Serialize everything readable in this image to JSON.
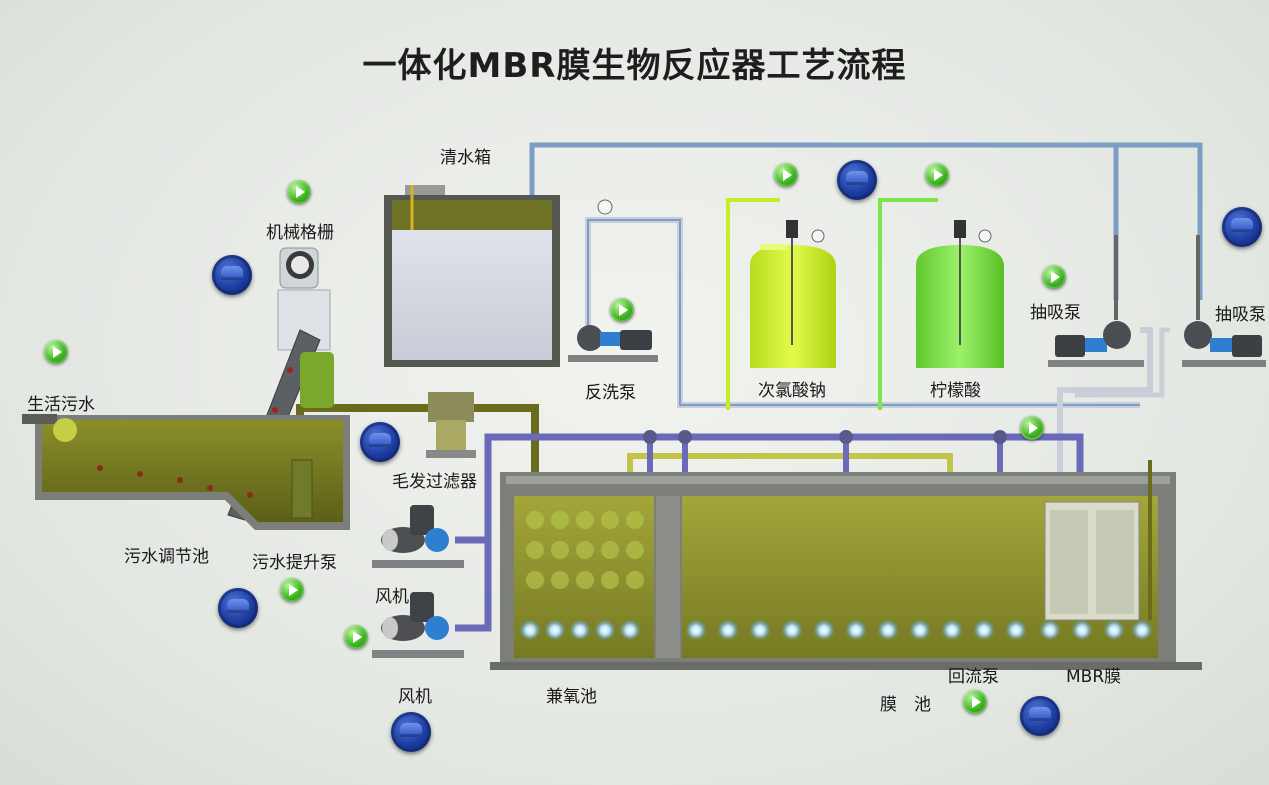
{
  "title": "一体化MBR膜生物反应器工艺流程",
  "labels": {
    "clean_water_tank": "清水箱",
    "mechanical_screen": "机械格栅",
    "domestic_sewage": "生活污水",
    "regulating_tank": "污水调节池",
    "lift_pump": "污水提升泵",
    "hair_filter": "毛发过滤器",
    "fan_upper": "风机",
    "fan_lower": "风机",
    "backwash_pump": "反洗泵",
    "sodium_hypochlorite": "次氯酸钠",
    "citric_acid": "柠檬酸",
    "suction_pump_left": "抽吸泵",
    "suction_pump_right": "抽吸泵",
    "anoxic_tank": "兼氧池",
    "membrane_tank": "膜　池",
    "return_pump": "回流泵",
    "mbr_membrane": "MBR膜"
  },
  "colors": {
    "run_indicator": "#3db41f",
    "stop_button": "#1c3c9e",
    "sludge": "#6e7420",
    "air_pipe": "#6a6ab8",
    "water_pipe": "#7d9ec4",
    "sludge_pipe": "#6b6b1e",
    "dosing_yellow": "#c9ec2a",
    "dosing_green": "#7fe34a",
    "tank_wall": "#7b7e79"
  }
}
